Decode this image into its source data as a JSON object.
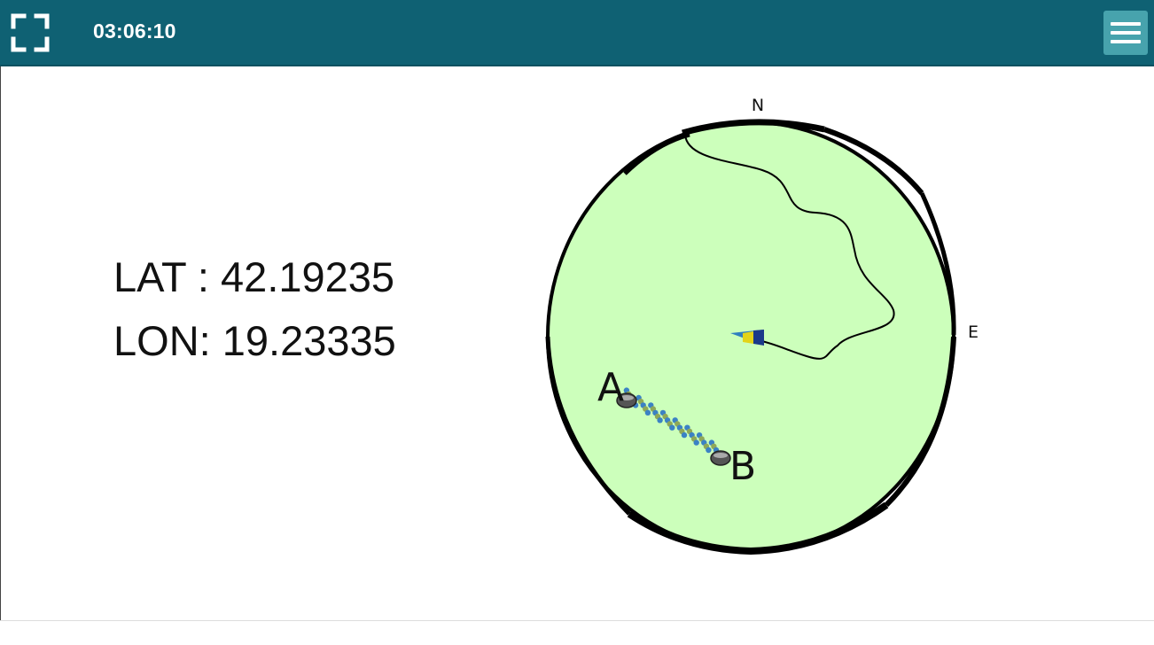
{
  "header": {
    "clock": "03:06:10",
    "fullscreen_icon": "fullscreen-icon",
    "menu_icon": "hamburger-menu-icon",
    "bar_color": "#0f6173",
    "menu_button_color": "#47a3ad"
  },
  "position": {
    "lat_label": "LAT : 42.19235",
    "lon_label": "LON: 19.23335"
  },
  "compass": {
    "north_label": "N",
    "east_label": "E",
    "field_color": "#ccffbb",
    "rim_color": "#000000"
  },
  "markers": {
    "start_label": "A",
    "end_label": "B"
  },
  "seeding_dots": {
    "colors": [
      "#3b82c4",
      "#8fa858"
    ]
  }
}
